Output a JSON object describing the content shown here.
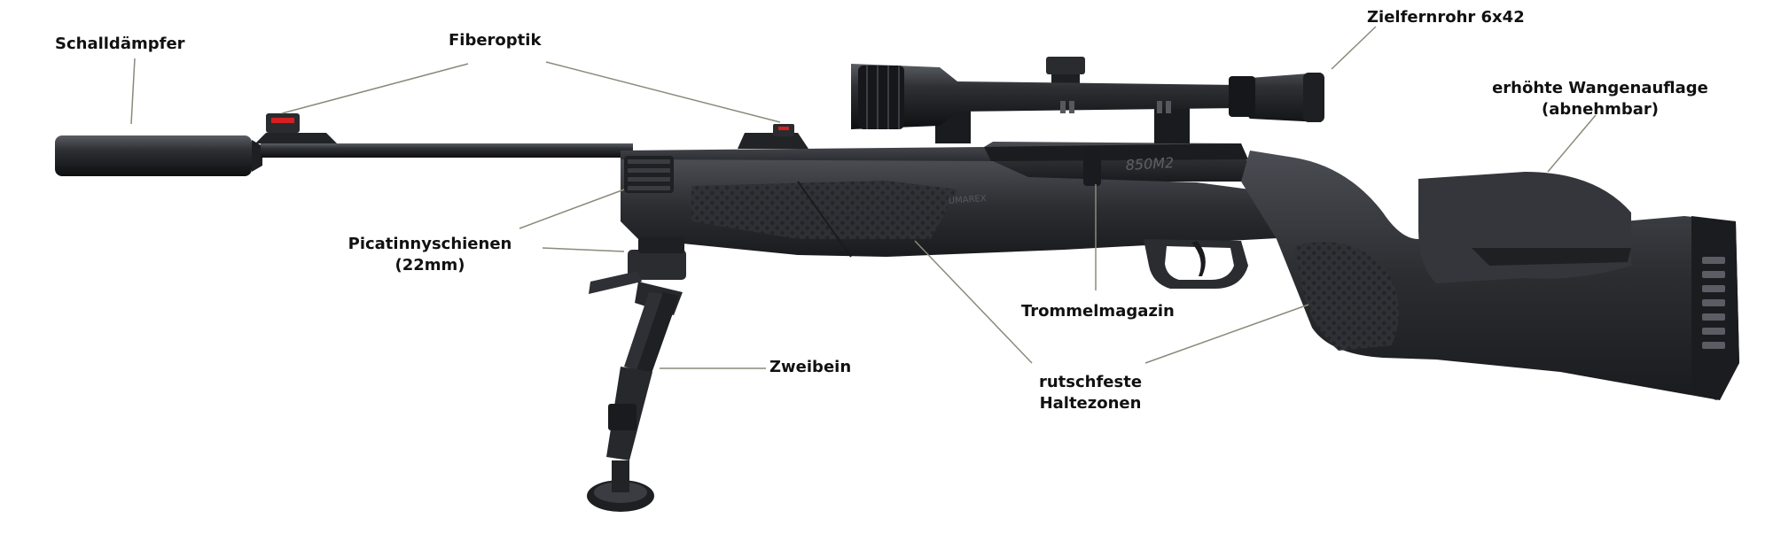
{
  "labels": {
    "silencer": "Schalldämpfer",
    "fiber_optic": "Fiberoptik",
    "scope": "Zielfernrohr 6x42",
    "cheek_rest_line1": "erhöhte Wangenauflage",
    "cheek_rest_line2": "(abnehmbar)",
    "picatinny_line1": "Picatinnyschienen",
    "picatinny_line2": "(22mm)",
    "drum_magazine": "Trommelmagazin",
    "bipod": "Zweibein",
    "grip_zones_line1": "rutschfeste",
    "grip_zones_line2": "Haltezonen"
  },
  "engravings": {
    "model": "850M2",
    "brand": "UMAREX"
  },
  "colors": {
    "background": "#ffffff",
    "rifle_body": "#2b2d31",
    "rifle_dark": "#16171a",
    "leader_line": "#8a8a7a",
    "label_text": "#111111",
    "fiber_red": "#d42020"
  }
}
